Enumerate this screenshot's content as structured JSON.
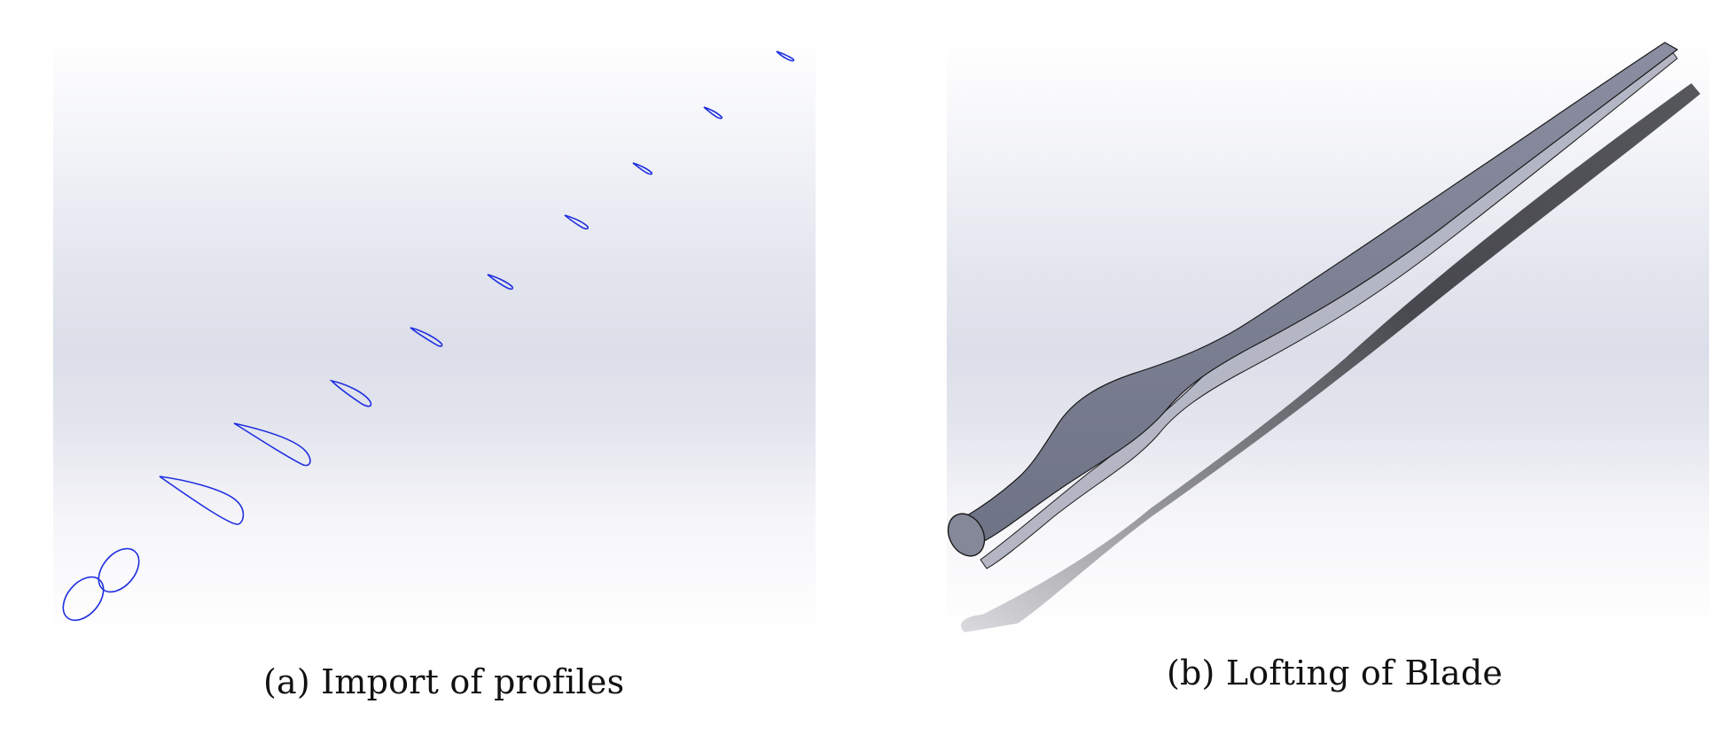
{
  "figure": {
    "panel_a": {
      "caption": "(a) Import of profiles",
      "profile_color": "#1f2fe0",
      "profile_count": 11
    },
    "panel_b": {
      "caption": "(b) Lofting of Blade",
      "blade_color": "#7d8194",
      "shadow_color": "#3a3b40"
    }
  }
}
